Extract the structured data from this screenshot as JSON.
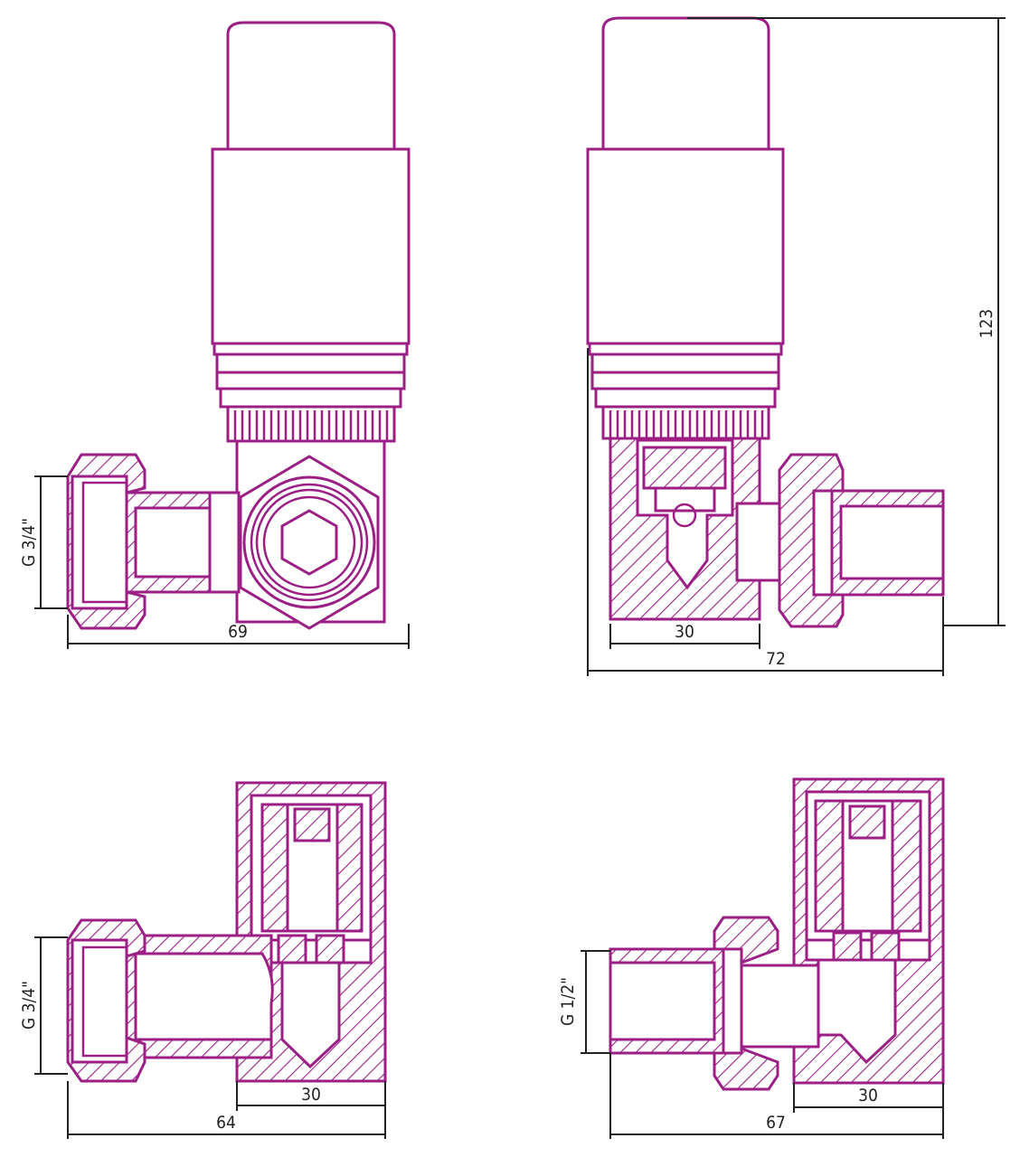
{
  "colors": {
    "line": "#9b1f84",
    "dimension": "#222222"
  },
  "views": [
    {
      "id": "top-left",
      "thread_label": "G 3/4\"",
      "width_label": "69"
    },
    {
      "id": "top-right",
      "height_label": "123",
      "body_label": "30",
      "width_label": "72"
    },
    {
      "id": "bottom-left",
      "thread_label": "G 3/4\"",
      "body_label": "30",
      "width_label": "64"
    },
    {
      "id": "bottom-right",
      "thread_label": "G 1/2\"",
      "body_label": "30",
      "width_label": "67"
    }
  ]
}
